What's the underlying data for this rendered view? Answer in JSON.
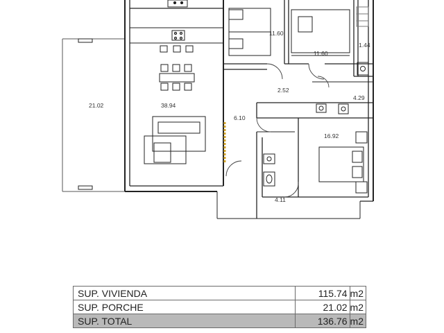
{
  "rooms": {
    "porch": "21.02",
    "living": "38.94",
    "bedroom_1": "11.60",
    "bedroom_2": "11.60",
    "small_room": "1.44",
    "hall": "2.52",
    "bath_1": "4.29",
    "corridor": "6.10",
    "master_bedroom": "16.92",
    "bath_2": "4.11"
  },
  "areas": [
    {
      "label": "SUP. VIVIENDA",
      "value": "115.74",
      "unit": "m2"
    },
    {
      "label": "SUP. PORCHE",
      "value": "21.02",
      "unit": "m2"
    },
    {
      "label": "SUP. TOTAL",
      "value": "136.76",
      "unit": "m2"
    }
  ],
  "colors": {
    "wall": "#222222",
    "thin": "#555555",
    "total_row": "#b9b9b9",
    "door_accent": "#d4a62a"
  }
}
